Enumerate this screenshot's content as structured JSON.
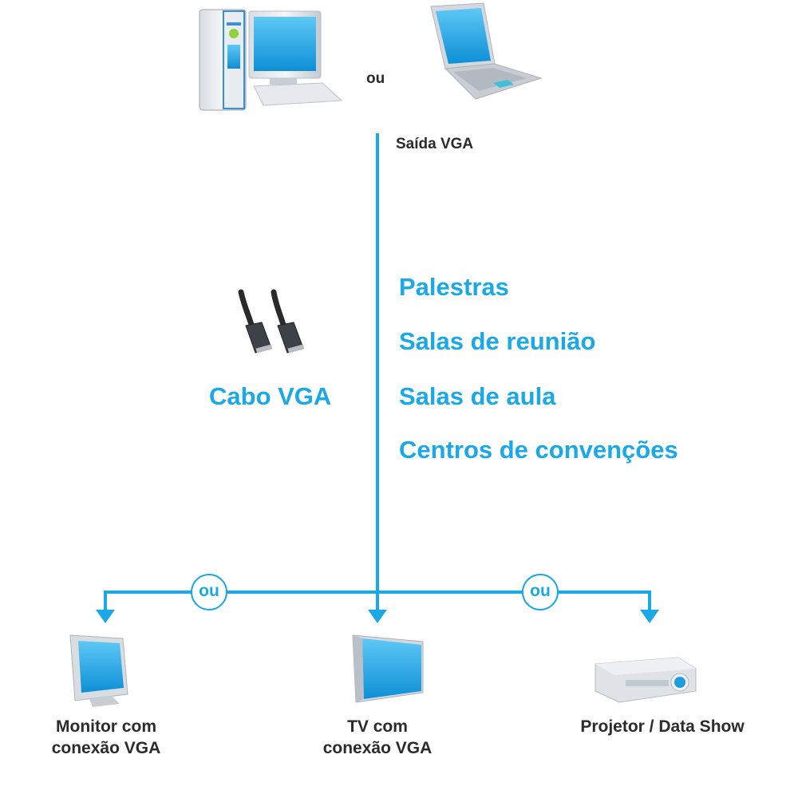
{
  "colors": {
    "accent": "#1aa8e6",
    "label_text": "#2b2b2b",
    "background": "#ffffff"
  },
  "sources": {
    "desktop": {
      "icon": "desktop-computer-icon"
    },
    "separator": "ou",
    "laptop": {
      "icon": "laptop-icon"
    },
    "output_label": "Saída VGA"
  },
  "cable": {
    "icon": "vga-cable-icon",
    "label": "Cabo VGA"
  },
  "uses": [
    "Palestras",
    "Salas de reunião",
    "Salas de aula",
    "Centros de convenções"
  ],
  "branch_separators": [
    "ou",
    "ou"
  ],
  "destinations": [
    {
      "icon": "monitor-icon",
      "label_lines": [
        "Monitor com",
        "conexão VGA"
      ]
    },
    {
      "icon": "tv-icon",
      "label_lines": [
        "TV com",
        "conexão VGA"
      ]
    },
    {
      "icon": "projector-icon",
      "label_lines": [
        "Projetor / Data Show"
      ]
    }
  ]
}
